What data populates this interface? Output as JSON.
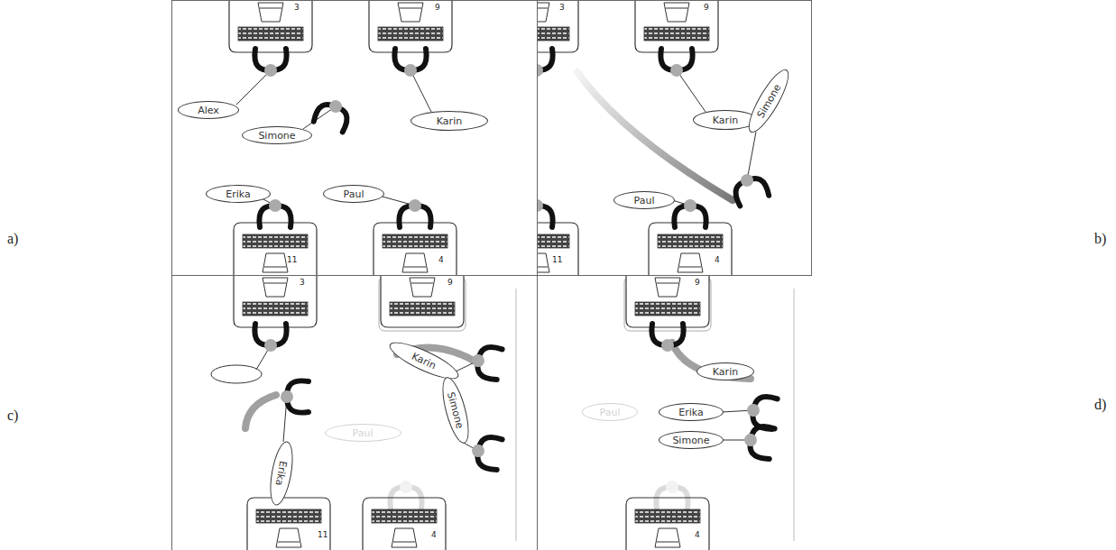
{
  "diagram": {
    "nodes": [
      {
        "text": [
          "Alex"
        ]
      },
      {
        "text": [
          "Simone"
        ]
      },
      {
        "text": [
          "Karin"
        ]
      },
      {
        "text": [
          "Erika"
        ]
      },
      {
        "text": [
          "Paul"
        ]
      },
      {
        "text": [
          "Karin"
        ]
      },
      {
        "text": [
          "Simone"
        ]
      },
      {
        "text": [
          "Paul"
        ]
      },
      {
        "text": [
          "Karin"
        ]
      },
      {
        "text": [
          "Simone"
        ]
      },
      {
        "text": [
          "Erika"
        ]
      },
      {
        "text": [
          "Paul"
        ]
      },
      {
        "text": [
          "Karin"
        ]
      },
      {
        "text": [
          "Erika"
        ]
      },
      {
        "text": [
          "Simone"
        ]
      },
      {
        "text": [
          "Paul"
        ]
      }
    ],
    "labels": [
      "a)",
      "3",
      "9",
      "11",
      "4",
      "b)",
      "3",
      "9",
      "11",
      "4",
      "c)",
      "3",
      "9",
      "11",
      "4",
      "d)",
      "9",
      "4"
    ]
  }
}
